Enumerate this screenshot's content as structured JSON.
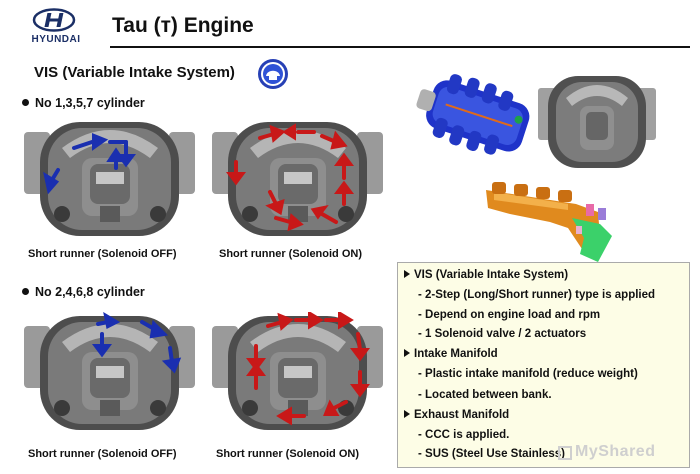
{
  "brand": {
    "logo_text": "HYUNDAI"
  },
  "header": {
    "title": "Tau (т) Engine"
  },
  "section": {
    "title": "VIS (Variable Intake System)"
  },
  "groups": [
    {
      "heading": "No 1,3,5,7 cylinder",
      "captions": [
        "Short runner (Solenoid OFF)",
        "Short runner (Solenoid ON)"
      ]
    },
    {
      "heading": "No 2,4,6,8 cylinder",
      "captions": [
        "Short runner (Solenoid OFF)",
        "Short runner (Solenoid ON)"
      ]
    }
  ],
  "info": {
    "lines": [
      {
        "kind": "head",
        "text": "VIS (Variable Intake System)"
      },
      {
        "kind": "sub",
        "text": "- 2-Step (Long/Short runner) type is applied"
      },
      {
        "kind": "sub",
        "text": "- Depend on engine load and rpm"
      },
      {
        "kind": "sub",
        "text": "- 1 Solenoid valve / 2 actuators"
      },
      {
        "kind": "head",
        "text": "Intake Manifold"
      },
      {
        "kind": "sub",
        "text": "- Plastic intake manifold (reduce weight)"
      },
      {
        "kind": "sub",
        "text": "- Located between bank."
      },
      {
        "kind": "head",
        "text": "Exhaust Manifold"
      },
      {
        "kind": "sub",
        "text": "- CCC is applied."
      },
      {
        "kind": "sub",
        "text": "- SUS (Steel Use Stainless)"
      }
    ]
  },
  "watermark": {
    "text": "MyShared"
  },
  "colors": {
    "brand_navy": "#1b2f66",
    "arrow_blue": "#1a2fb0",
    "arrow_red": "#c81818",
    "manifold_blue": "#2a3fd0",
    "exhaust_orange": "#e08a1e",
    "info_bg": "#fdfde6"
  },
  "icons": [
    "hyundai-logo-icon",
    "section-badge-icon",
    "bullet-icon",
    "triangle-bullet-icon"
  ]
}
